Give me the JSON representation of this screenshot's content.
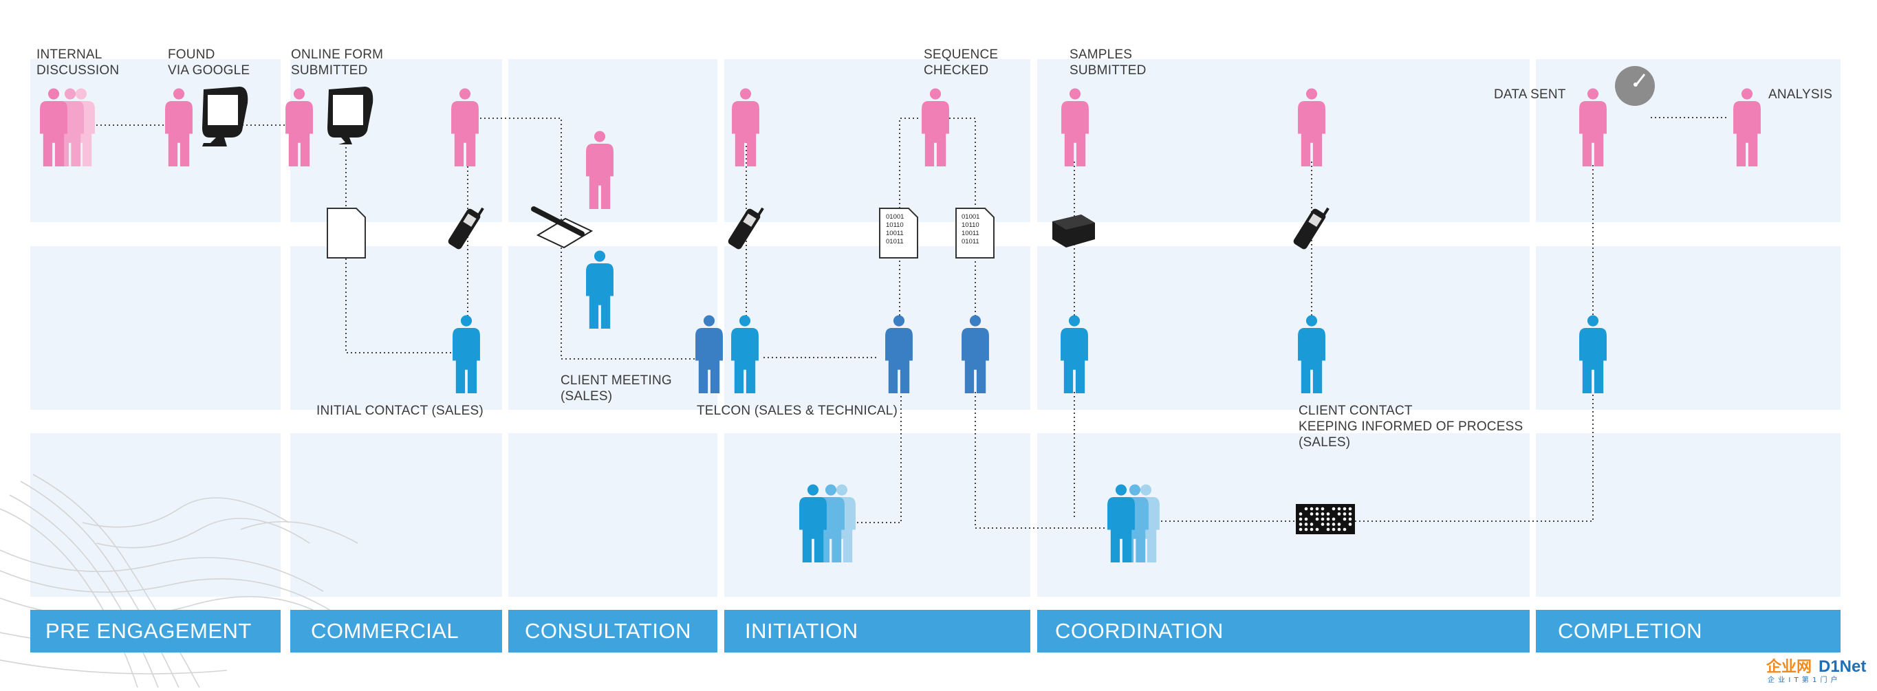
{
  "phases": [
    {
      "label": "PRE ENGAGEMENT"
    },
    {
      "label": "COMMERCIAL"
    },
    {
      "label": "CONSULTATION"
    },
    {
      "label": "INITIATION"
    },
    {
      "label": "COORDINATION"
    },
    {
      "label": "COMPLETION"
    }
  ],
  "labels": {
    "internal_discussion": "INTERNAL\nDISCUSSION",
    "found_via_google": "FOUND\nVIA GOOGLE",
    "online_form": "ONLINE FORM\nSUBMITTED",
    "initial_contact": "INITIAL CONTACT (SALES)",
    "client_meeting": "CLIENT MEETING\n(SALES)",
    "telcon": "TELCON (SALES & TECHNICAL)",
    "sequence_checked": "SEQUENCE\nCHECKED",
    "samples_submitted": "SAMPLES\nSUBMITTED",
    "client_contact": "CLIENT CONTACT\nKEEPING INFORMED OF PROCESS\n(SALES)",
    "data_sent": "DATA SENT",
    "analysis": "ANALYSIS"
  },
  "document_text": [
    "01001",
    "10110",
    "10011",
    "01011"
  ],
  "watermark": {
    "brand_cn": "企业网",
    "brand_en": "D1Net",
    "tagline": "企 业 I T 第 1 门 户"
  },
  "colors": {
    "client": "#f07fb6",
    "client_light": "#f8c2dd",
    "staff": "#3a7fc4",
    "staff_bright": "#1a9ad6",
    "staff_light": "#a6d3ee",
    "lane": "#eef4fb",
    "phase_bar": "#3fa4dd"
  }
}
